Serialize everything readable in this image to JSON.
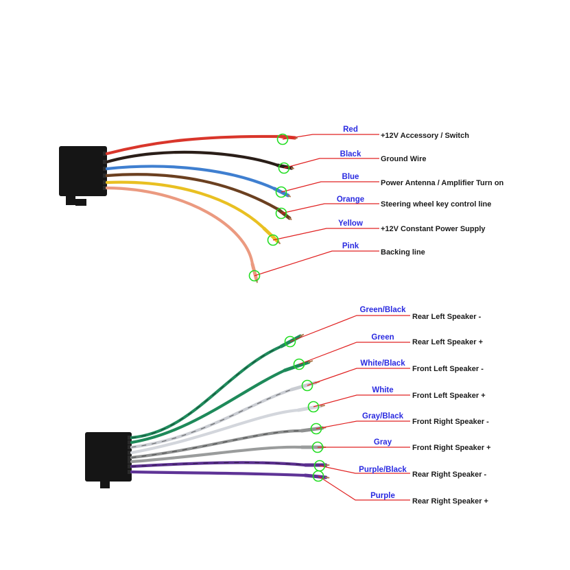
{
  "connectors": [
    {
      "id": "top",
      "wires": [
        {
          "color_name": "Red",
          "function": "+12V  Accessory / Switch",
          "wire_color": "#d9362b",
          "stripe": null
        },
        {
          "color_name": "Black",
          "function": "Ground Wire",
          "wire_color": "#2a1e18",
          "stripe": null
        },
        {
          "color_name": "Blue",
          "function": "Power Antenna / Amplifier Turn on",
          "wire_color": "#3f7fd0",
          "stripe": null
        },
        {
          "color_name": "Orange",
          "function": "Steering wheel key control line",
          "wire_color": "#6b4020",
          "stripe": null
        },
        {
          "color_name": "Yellow",
          "function": "+12V Constant Power Supply",
          "wire_color": "#e9c022",
          "stripe": null
        },
        {
          "color_name": "Pink",
          "function": "Backing line",
          "wire_color": "#eb9a80",
          "stripe": null
        }
      ]
    },
    {
      "id": "bottom",
      "wires": [
        {
          "color_name": "Green/Black",
          "function": "Rear Left Speaker -",
          "wire_color": "#1f8a5c",
          "stripe": "#111111"
        },
        {
          "color_name": "Green",
          "function": "Rear Left Speaker +",
          "wire_color": "#1e8a5a",
          "stripe": null
        },
        {
          "color_name": "White/Black",
          "function": "Front Left Speaker -",
          "wire_color": "#c9ccd2",
          "stripe": "#111111"
        },
        {
          "color_name": "White",
          "function": "Front Left Speaker +",
          "wire_color": "#d3d6dc",
          "stripe": null
        },
        {
          "color_name": "Gray/Black",
          "function": "Front Right Speaker -",
          "wire_color": "#8e9090",
          "stripe": "#111111"
        },
        {
          "color_name": "Gray",
          "function": "Front Right Speaker +",
          "wire_color": "#9a9c9c",
          "stripe": null
        },
        {
          "color_name": "Purple/Black",
          "function": "Rear Right Speaker -",
          "wire_color": "#5a2e8e",
          "stripe": "#111111"
        },
        {
          "color_name": "Purple",
          "function": "Rear Right Speaker +",
          "wire_color": "#5e3396",
          "stripe": null
        }
      ]
    }
  ],
  "colors": {
    "label_text": "#2a2ae0",
    "function_text": "#1a1a1a",
    "leader_line": "#e02020",
    "marker_circle": "#22dd22",
    "connector": "#151515"
  }
}
